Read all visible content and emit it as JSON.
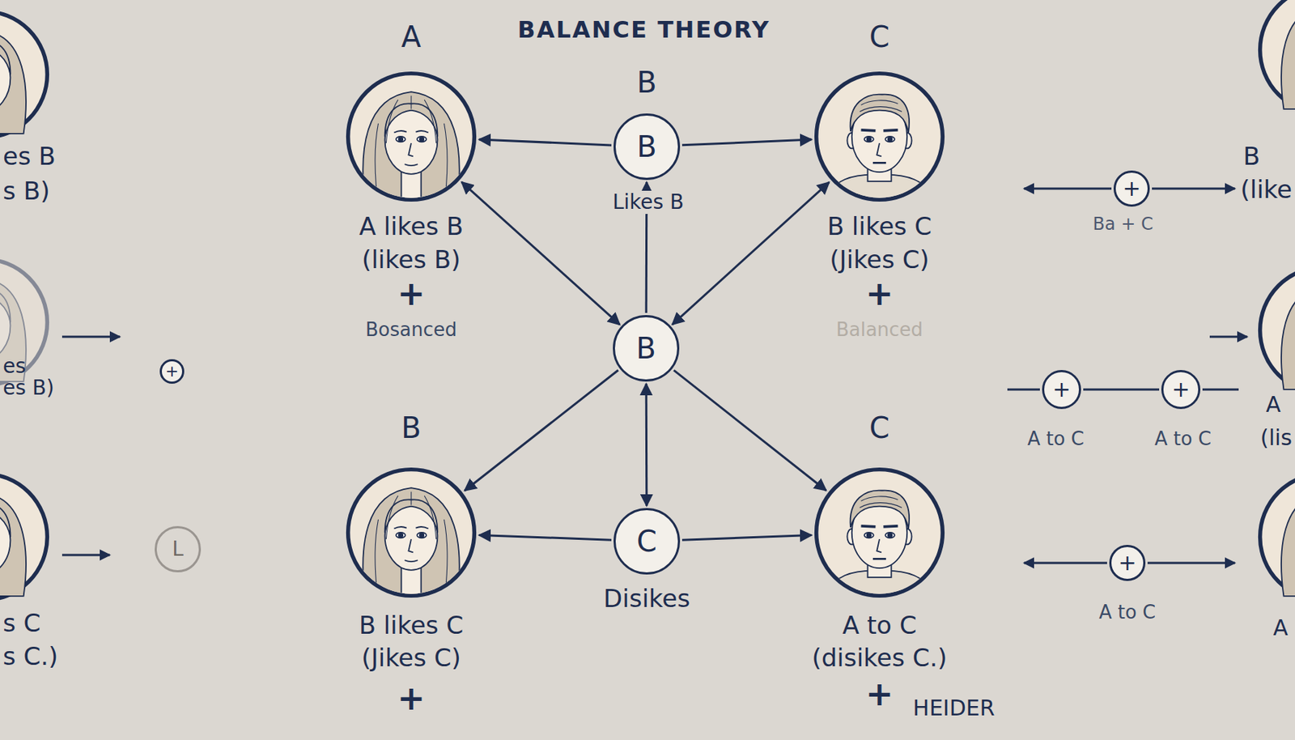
{
  "diagram": {
    "title": "BALANCE THEORY",
    "nodes": [
      {
        "text": [
          "A",
          "A likes B",
          "(likes B)",
          "+",
          "Bosanced"
        ]
      },
      {
        "text": [
          "B",
          "B"
        ]
      },
      {
        "text": [
          "C",
          "B likes C",
          "(Jikes C)",
          "+",
          "Balanced"
        ]
      },
      {
        "text": [
          "B"
        ]
      },
      {
        "text": [
          "B",
          "B likes C",
          "(Jikes C)",
          "+"
        ]
      },
      {
        "text": [
          "C",
          "Disikes"
        ]
      },
      {
        "text": [
          "C",
          "A to C",
          "(disikes C.)",
          "+"
        ]
      },
      {
        "text": [
          "+"
        ]
      },
      {
        "text": [
          "L"
        ]
      },
      {
        "text": [
          "+"
        ]
      },
      {
        "text": [
          "+"
        ]
      },
      {
        "text": [
          "+"
        ]
      },
      {
        "text": [
          "+"
        ]
      }
    ],
    "edges": [
      {
        "from": 1,
        "to": 0,
        "arrow": "to"
      },
      {
        "from": 1,
        "to": 2,
        "arrow": "to"
      },
      {
        "from": 3,
        "to": 0,
        "arrow": "both"
      },
      {
        "from": 3,
        "to": 2,
        "arrow": "both"
      },
      {
        "from": 3,
        "to": 1,
        "arrow": "to",
        "label": "Likes B"
      },
      {
        "from": 3,
        "to": 4,
        "arrow": "to"
      },
      {
        "from": 3,
        "to": 6,
        "arrow": "to"
      },
      {
        "from": 3,
        "to": 5,
        "arrow": "both"
      },
      {
        "from": 5,
        "to": 4,
        "arrow": "to"
      },
      {
        "from": 5,
        "to": 6,
        "arrow": "to"
      }
    ],
    "labels": [
      "es B",
      "s B)",
      "es",
      "es B)",
      "s C",
      "s C.)",
      "B",
      "(like",
      "Ba + C",
      "A",
      "(lis",
      "A to C",
      "A to C",
      "A to C",
      "A",
      "HEIDER"
    ]
  }
}
